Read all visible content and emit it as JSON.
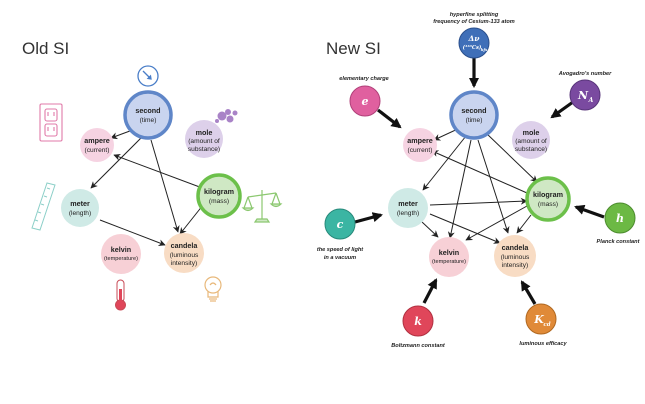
{
  "old": {
    "title": "Old SI",
    "units": {
      "second": {
        "name": "second",
        "sub1": "(time)",
        "sub2": ""
      },
      "ampere": {
        "name": "ampere",
        "sub1": "(current)",
        "sub2": ""
      },
      "mole": {
        "name": "mole",
        "sub1": "(amount of",
        "sub2": "substance)"
      },
      "meter": {
        "name": "meter",
        "sub1": "(length)",
        "sub2": ""
      },
      "kilogram": {
        "name": "kilogram",
        "sub1": "(mass)",
        "sub2": ""
      },
      "kelvin": {
        "name": "kelvin",
        "sub1": "(temperature)",
        "sub2": ""
      },
      "candela": {
        "name": "candela",
        "sub1": "(luminous",
        "sub2": "intensity)"
      }
    },
    "icons": [
      "clock-icon",
      "outlet-icon",
      "molecules-icon",
      "ruler-icon",
      "scale-icon",
      "thermometer-icon",
      "lightbulb-icon"
    ]
  },
  "new": {
    "title": "New SI",
    "units": {
      "second": {
        "name": "second",
        "sub1": "(time)",
        "sub2": ""
      },
      "ampere": {
        "name": "ampere",
        "sub1": "(current)",
        "sub2": ""
      },
      "mole": {
        "name": "mole",
        "sub1": "(amount of",
        "sub2": "substance)"
      },
      "meter": {
        "name": "meter",
        "sub1": "(length)",
        "sub2": ""
      },
      "kilogram": {
        "name": "kilogram",
        "sub1": "(mass)",
        "sub2": ""
      },
      "kelvin": {
        "name": "kelvin",
        "sub1": "(temperature)",
        "sub2": ""
      },
      "candela": {
        "name": "candela",
        "sub1": "(luminous",
        "sub2": "intensity)"
      }
    },
    "constants": {
      "cesium": {
        "symbol": "Δν",
        "symbol2": "(¹³³Cs)",
        "sub": "hfs",
        "caption1": "hyperfine splitting",
        "caption2": "frequency of Cesium-133 atom",
        "color": "#3f6fb8"
      },
      "charge": {
        "symbol": "e",
        "caption1": "elementary charge",
        "caption2": "",
        "color": "#e0609f"
      },
      "avogadro": {
        "symbol": "N",
        "sub": "A",
        "caption1": "Avogadro's number",
        "caption2": "",
        "color": "#7a4aa0"
      },
      "light": {
        "symbol": "c",
        "caption1": "the speed of light",
        "caption2": "in a vacuum",
        "color": "#3bb5a3"
      },
      "planck": {
        "symbol": "h",
        "caption1": "Planck constant",
        "caption2": "",
        "color": "#6cb944"
      },
      "boltzmann": {
        "symbol": "k",
        "caption1": "Boltzmann constant",
        "caption2": "",
        "color": "#e0465a"
      },
      "efficacy": {
        "symbol": "K",
        "sub": "cd",
        "caption1": "luminous efficacy",
        "caption2": "",
        "color": "#e08a38"
      }
    }
  },
  "colors": {
    "second": "#c9d4ef",
    "second_ring": "#5f86c8",
    "ampere": "#f6d3e2",
    "mole": "#ddd0ea",
    "meter": "#cfeae6",
    "kilogram": "#cfe8c4",
    "kilogram_ring": "#6cc04a",
    "kelvin": "#f7d0d6",
    "candela": "#f8dcc4"
  }
}
